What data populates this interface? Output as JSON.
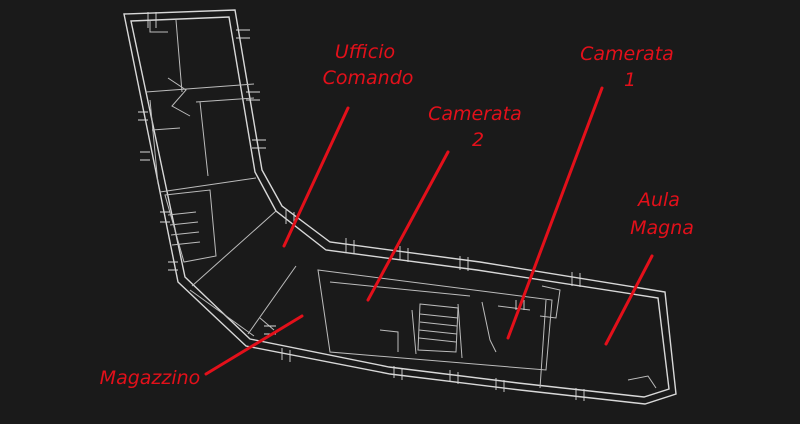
{
  "colors": {
    "background": "#1a1a1a",
    "walls": "#d8d8d8",
    "labels": "#e3101a"
  },
  "rooms": [
    {
      "id": "ufficio-comando",
      "lines": [
        "Ufficio",
        "Comando"
      ]
    },
    {
      "id": "camerata-2",
      "lines": [
        "Camerata",
        "2"
      ]
    },
    {
      "id": "camerata-1",
      "lines": [
        "Camerata",
        "1"
      ]
    },
    {
      "id": "aula-magna",
      "lines": [
        "Aula",
        "Magna"
      ]
    },
    {
      "id": "magazzino",
      "lines": [
        "Magazzino"
      ]
    }
  ]
}
